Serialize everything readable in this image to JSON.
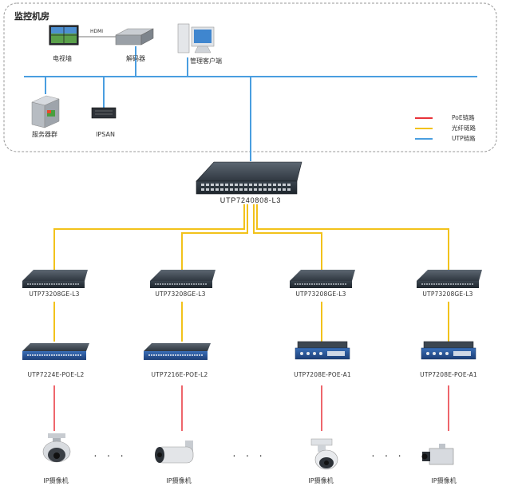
{
  "room": {
    "title": "监控机房",
    "devices": {
      "tv_wall": "电视墙",
      "hdmi": "HDMI",
      "decoder": "解码器",
      "mgmt_client": "管理客户端",
      "server_group": "服务器群",
      "ipsan": "IPSAN"
    }
  },
  "legend": [
    {
      "label": "PoE链路",
      "color": "#e8333a"
    },
    {
      "label": "光纤链路",
      "color": "#f2c21b"
    },
    {
      "label": "UTP链路",
      "color": "#4a9ee0"
    }
  ],
  "core_switch": "UTP7240808-L3",
  "branches": [
    {
      "agg": "UTP73208GE-L3",
      "access": "UTP7224E-POE-L2",
      "camera": "IP摄像机",
      "camera_icon": "speed-dome-camera-icon"
    },
    {
      "agg": "UTP73208GE-L3",
      "access": "UTP7216E-POE-L2",
      "camera": "IP摄像机",
      "camera_icon": "bullet-camera-icon"
    },
    {
      "agg": "UTP73208GE-L3",
      "access": "UTP7208E-POE-A1",
      "camera": "IP摄像机",
      "camera_icon": "ptz-dome-camera-icon"
    },
    {
      "agg": "UTP73208GE-L3",
      "access": "UTP7208E-POE-A1",
      "camera": "IP摄像机",
      "camera_icon": "box-camera-icon"
    }
  ],
  "ellipsis": "· · ·"
}
